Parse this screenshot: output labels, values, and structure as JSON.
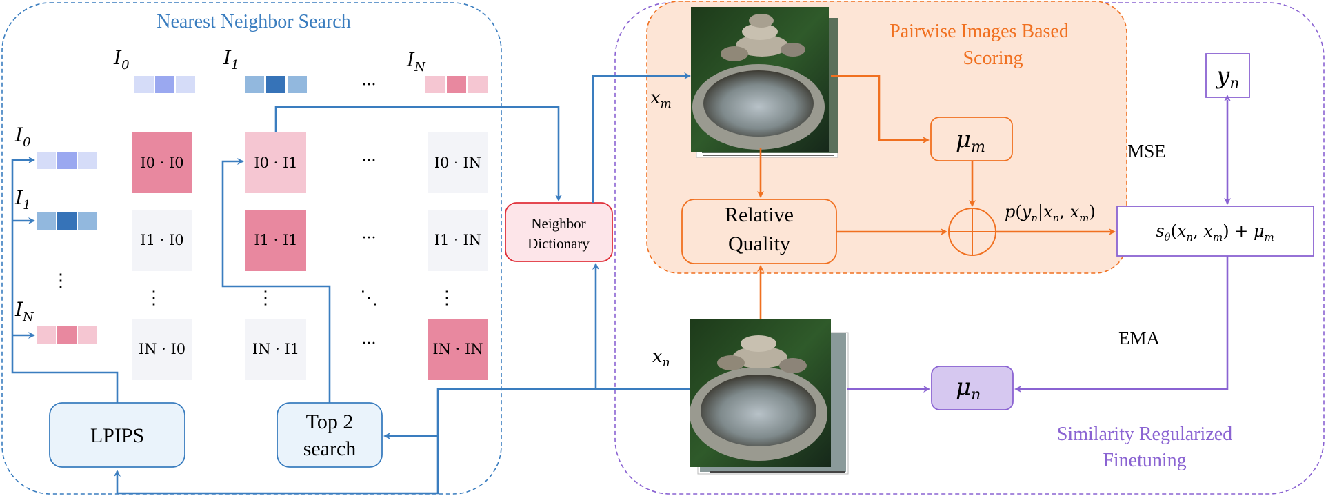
{
  "panels": {
    "nearest_neighbor_search": "Nearest Neighbor Search",
    "pairwise_scoring_line1": "Pairwise Images Based",
    "pairwise_scoring_line2": "Scoring",
    "similarity_finetuning_line1": "Similarity Regularized",
    "similarity_finetuning_line2": "Finetuning"
  },
  "top_vectors": [
    {
      "label": "I",
      "sub": "0"
    },
    {
      "label": "I",
      "sub": "1"
    },
    {
      "label": "I",
      "sub": "N"
    }
  ],
  "left_vectors": [
    {
      "label": "I",
      "sub": "0"
    },
    {
      "label": "I",
      "sub": "1"
    },
    {
      "label": "I",
      "sub": "N"
    }
  ],
  "ellipsis_h": "···",
  "ellipsis_v": "⋮",
  "ellipsis_d": "⋱",
  "matrix": {
    "row0": [
      "I0 · I0",
      "I0 · I1",
      "I0 · IN"
    ],
    "row1": [
      "I1 · I0",
      "I1 · I1",
      "I1 · IN"
    ],
    "rowN": [
      "IN · I0",
      "IN · I1",
      "IN · IN"
    ]
  },
  "boxes": {
    "lpips": "LPIPS",
    "top2_line1": "Top 2",
    "top2_line2": "search",
    "neighbor_dict_line1": "Neighbor",
    "neighbor_dict_line2": "Dictionary",
    "relative_quality_line1": "Relative",
    "relative_quality_line2": "Quality",
    "mu_m": "μm",
    "mu_n": "μn",
    "y_n": "yn",
    "score_fn": "sθ(xn, xm) + μm"
  },
  "labels": {
    "x_m": "xm",
    "x_n": "xn",
    "prob": "p(yn|xn, xm)",
    "mse": "MSE",
    "ema": "EMA"
  },
  "colors": {
    "blue": "#3a7dbf",
    "orange": "#f07020",
    "purple": "#8a63d2",
    "pink_strong": "#e8889f",
    "pink_light": "#f5c6d2",
    "gray_cell": "#f3f4f8",
    "red_border": "#e0303a"
  }
}
